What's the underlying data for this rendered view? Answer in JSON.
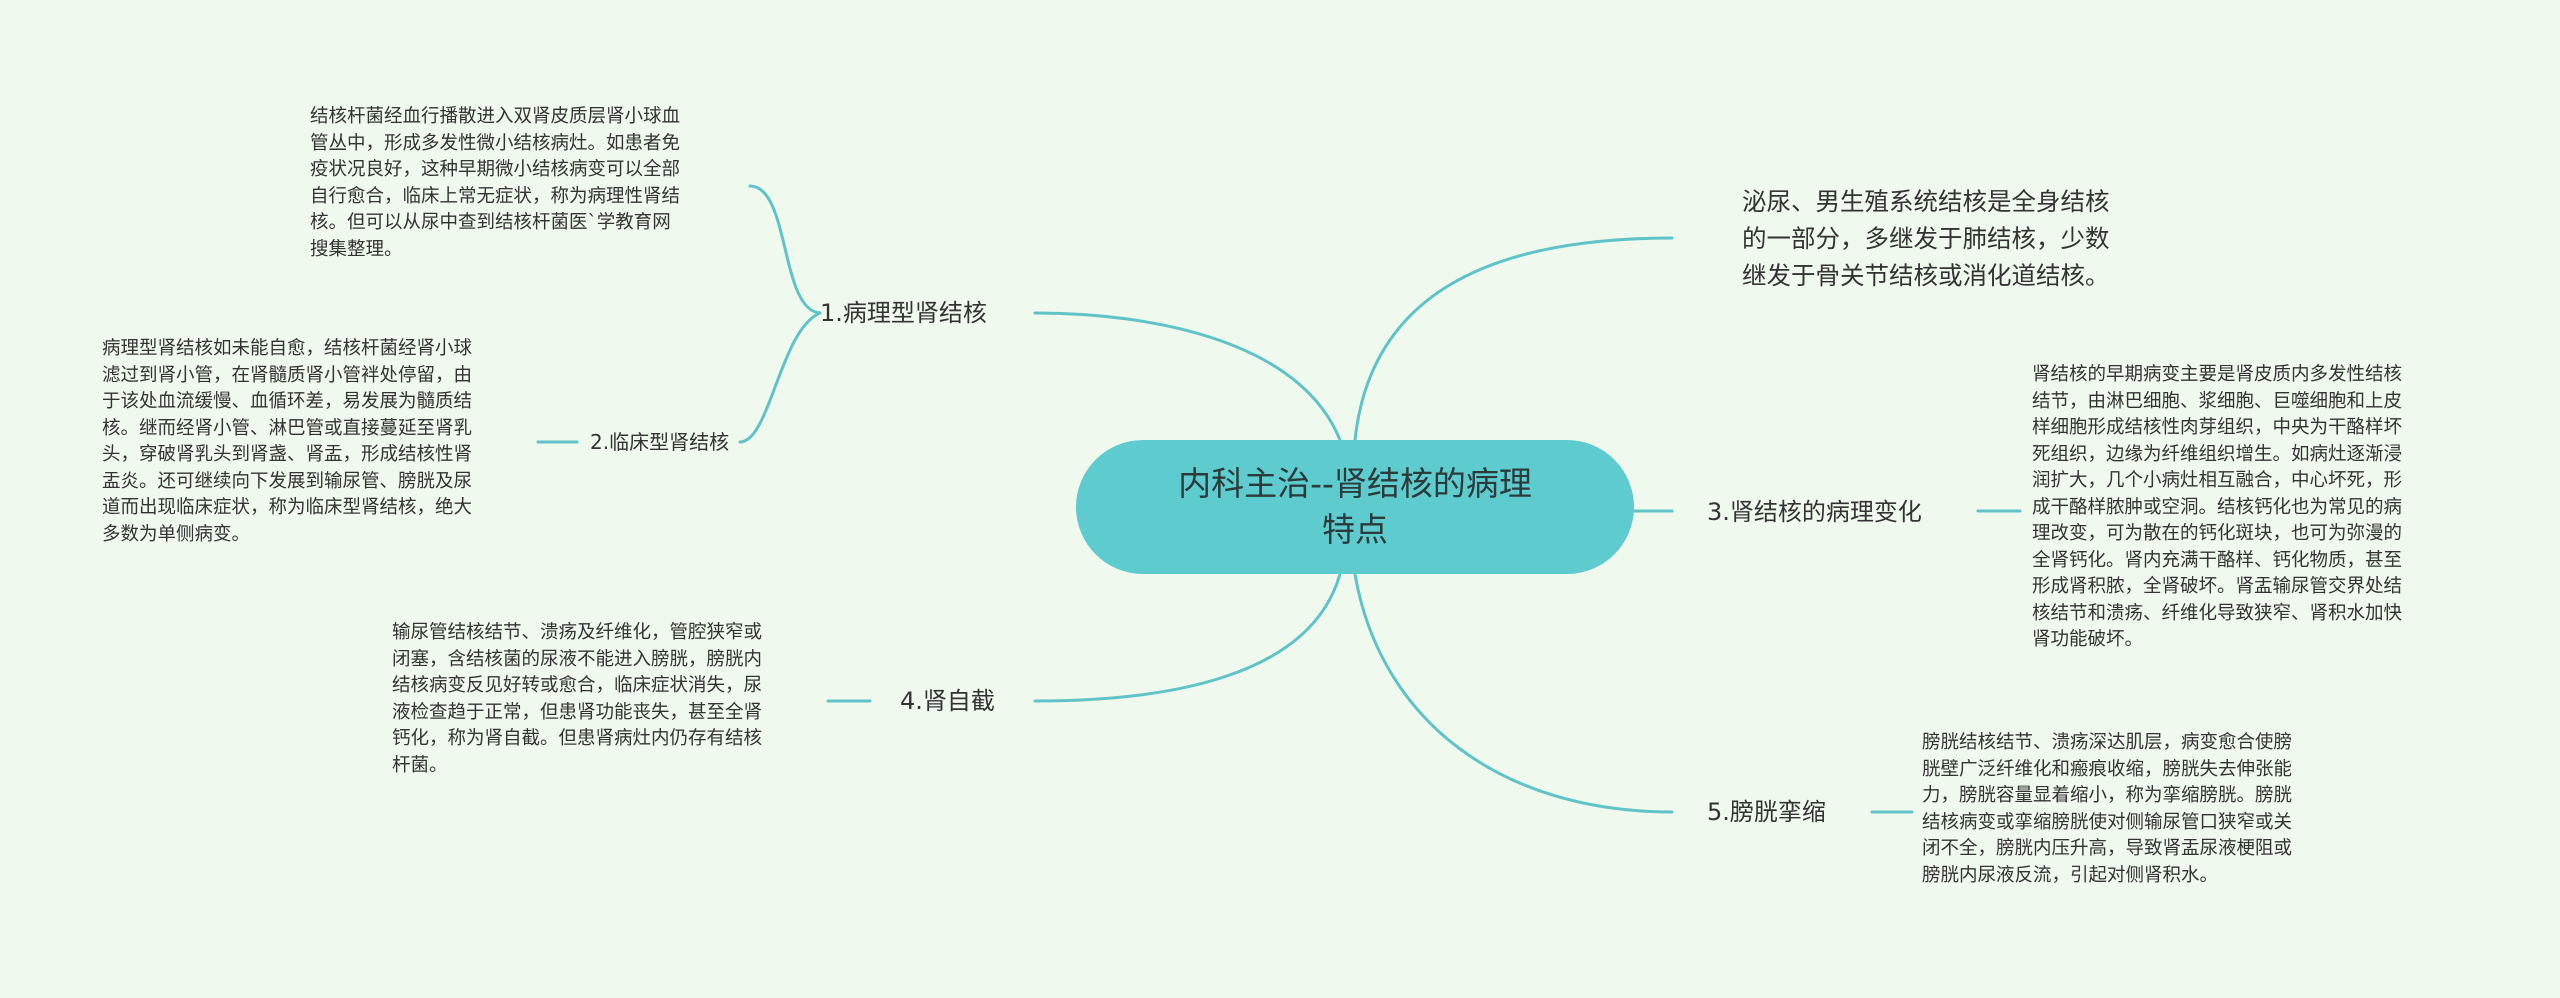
{
  "root": {
    "title_lines": [
      "内科主治--肾结核的病理",
      "特点"
    ]
  },
  "summary": {
    "lines": [
      "泌尿、男生殖系统结核是全身结核",
      "的一部分，多继发于肺结核，少数",
      "继发于骨关节结核或消化道结核。"
    ]
  },
  "branches": {
    "b1": {
      "label": "1.病理型肾结核",
      "note_lines": [
        "结核杆菌经血行播散进入双肾皮质层肾小球血",
        "管丛中，形成多发性微小结核病灶。如患者免",
        "疫状况良好，这种早期微小结核病变可以全部",
        "自行愈合，临床上常无症状，称为病理性肾结",
        "核。但可以从尿中查到结核杆菌医`学教育网",
        "搜集整理。"
      ]
    },
    "b2": {
      "label": "2.临床型肾结核",
      "note_lines": [
        "病理型肾结核如未能自愈，结核杆菌经肾小球",
        "滤过到肾小管，在肾髓质肾小管袢处停留，由",
        "于该处血流缓慢、血循环差，易发展为髓质结",
        "核。继而经肾小管、淋巴管或直接蔓延至肾乳",
        "头，穿破肾乳头到肾盏、肾盂，形成结核性肾",
        "盂炎。还可继续向下发展到输尿管、膀胱及尿",
        "道而出现临床症状，称为临床型肾结核，绝大",
        "多数为单侧病变。"
      ]
    },
    "b3": {
      "label": "3.肾结核的病理变化",
      "note_lines": [
        "肾结核的早期病变主要是肾皮质内多发性结核",
        "结节，由淋巴细胞、浆细胞、巨噬细胞和上皮",
        "样细胞形成结核性肉芽组织，中央为干酪样坏",
        "死组织，边缘为纤维组织增生。如病灶逐渐浸",
        "润扩大，几个小病灶相互融合，中心坏死，形",
        "成干酪样脓肿或空洞。结核钙化也为常见的病",
        "理改变，可为散在的钙化斑块，也可为弥漫的",
        "全肾钙化。肾内充满干酪样、钙化物质，甚至",
        "形成肾积脓，全肾破坏。肾盂输尿管交界处结",
        "核结节和溃疡、纤维化导致狭窄、肾积水加快",
        "肾功能破坏。"
      ]
    },
    "b4": {
      "label": "4.肾自截",
      "note_lines": [
        "输尿管结核结节、溃疡及纤维化，管腔狭窄或",
        "闭塞，含结核菌的尿液不能进入膀胱，膀胱内",
        "结核病变反见好转或愈合，临床症状消失，尿",
        "液检查趋于正常，但患肾功能丧失，甚至全肾",
        "钙化，称为肾自截。但患肾病灶内仍存有结核",
        "杆菌。"
      ]
    },
    "b5": {
      "label": "5.膀胱挛缩",
      "note_lines": [
        "膀胱结核结节、溃疡深达肌层，病变愈合使膀",
        "胱壁广泛纤维化和瘢痕收缩，膀胱失去伸张能",
        "力，膀胱容量显着缩小，称为挛缩膀胱。膀胱",
        "结核病变或挛缩膀胱使对侧输尿管口狭窄或关",
        "闭不全，膀胱内压升高，导致肾盂尿液梗阻或",
        "膀胱内尿液反流，引起对侧肾积水。"
      ]
    }
  },
  "colors": {
    "background": "#f0f9ee",
    "root_fill": "#5ecbcf",
    "connector": "#5fc3c8",
    "text": "#333333"
  }
}
